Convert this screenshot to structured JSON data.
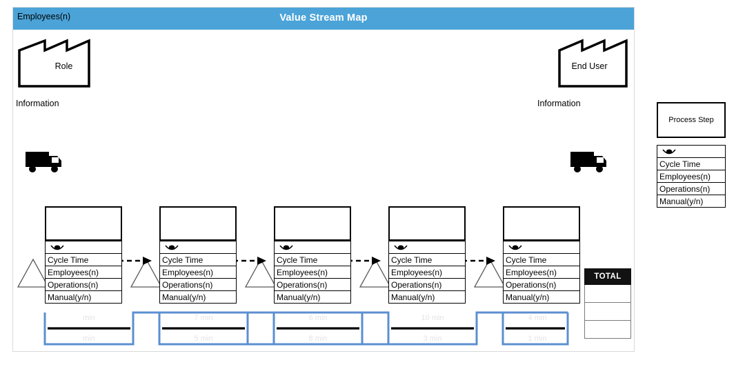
{
  "header": {
    "left_label": "Employees(n)",
    "title": "Value Stream Map",
    "accent_color": "#4ba3d8"
  },
  "entities": {
    "supplier_label": "Role",
    "customer_label": "End User",
    "info_left_label": "Information",
    "info_right_label": "Information",
    "truck_left_name": "delivery-truck-icon",
    "truck_right_name": "delivery-truck-icon"
  },
  "process_row_labels": [
    "Cycle Time",
    "Employees(n)",
    "Operations(n)",
    "Manual(y/n)"
  ],
  "process_steps": [
    {
      "title": "",
      "cycle_time": "",
      "employees": "",
      "operations": "",
      "manual": ""
    },
    {
      "title": "",
      "cycle_time": "",
      "employees": "",
      "operations": "",
      "manual": ""
    },
    {
      "title": "",
      "cycle_time": "",
      "employees": "",
      "operations": "",
      "manual": ""
    },
    {
      "title": "",
      "cycle_time": "",
      "employees": "",
      "operations": "",
      "manual": ""
    },
    {
      "title": "",
      "cycle_time": "",
      "employees": "",
      "operations": "",
      "manual": ""
    }
  ],
  "timeline": {
    "segments": [
      {
        "value_added": "min",
        "non_value_added": "min"
      },
      {
        "value_added": "7 min",
        "non_value_added": "5 min"
      },
      {
        "value_added": "6 min",
        "non_value_added": "8 min"
      },
      {
        "value_added": "10 min",
        "non_value_added": "3 min"
      },
      {
        "value_added": "4 min",
        "non_value_added": "1 min"
      }
    ],
    "line_color": "#5b8fd0",
    "text_color": "#e3e3e3"
  },
  "total_table": {
    "header": "TOTAL",
    "rows": [
      "",
      "",
      ""
    ]
  },
  "legend": {
    "process_step_label": "Process Step",
    "rows": [
      "Cycle Time",
      "Employees(n)",
      "Operations(n)",
      "Manual(y/n)"
    ]
  }
}
